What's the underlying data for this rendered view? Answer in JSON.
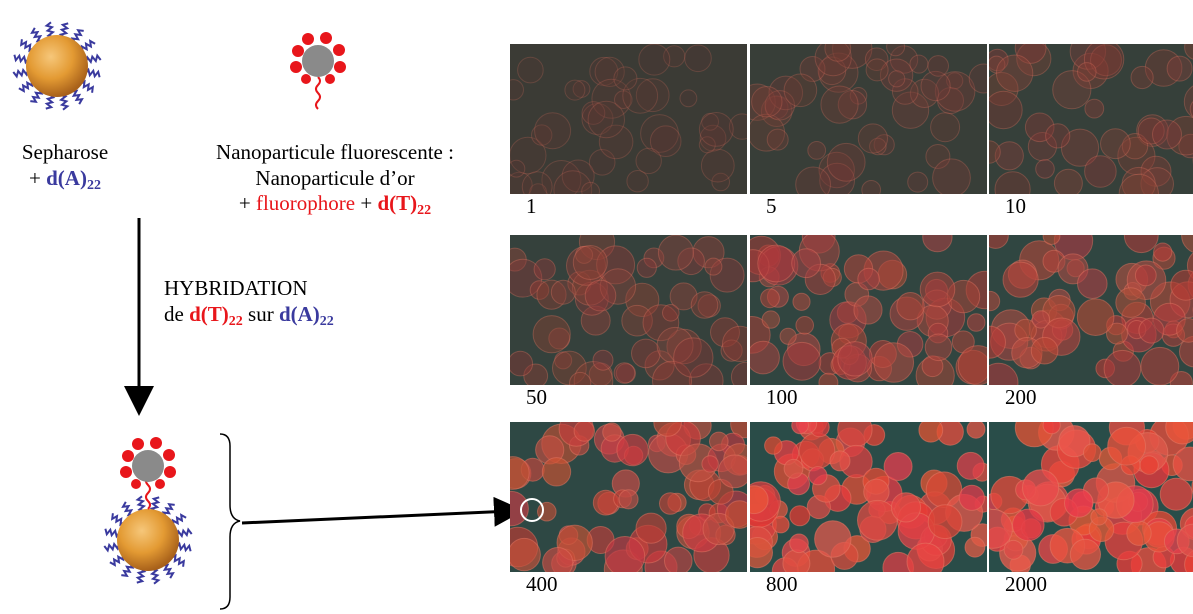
{
  "left": {
    "sepharose_line1": "Sepharose",
    "sepharose_plus": "+ ",
    "sepharose_strand": "d(A)",
    "sepharose_sub": "22",
    "nano_line1": "Nanoparticule fluorescente :",
    "nano_line2": "Nanoparticule d’or",
    "nano_plus1": "+ ",
    "nano_fluoro": "fluorophore",
    "nano_plus2": " + ",
    "nano_strand": "d(T)",
    "nano_sub": "22",
    "hyb_title": "HYBRIDATION",
    "hyb_de": "de ",
    "hyb_strand1": "d(T)",
    "hyb_sub1": "22",
    "hyb_sur": " sur ",
    "hyb_strand2": "d(A)",
    "hyb_sub2": "22"
  },
  "colors": {
    "dna_blue": "#3a3a9e",
    "fluorophore_red": "#e8161b",
    "gold_bead": "#e39a33",
    "nanoparticle_gray": "#8a8a8a"
  },
  "micrographs": [
    {
      "label": "1",
      "intensity": 0.05
    },
    {
      "label": "5",
      "intensity": 0.18
    },
    {
      "label": "10",
      "intensity": 0.28
    },
    {
      "label": "50",
      "intensity": 0.35
    },
    {
      "label": "100",
      "intensity": 0.55
    },
    {
      "label": "200",
      "intensity": 0.6
    },
    {
      "label": "400",
      "intensity": 0.72
    },
    {
      "label": "800",
      "intensity": 0.9
    },
    {
      "label": "2000",
      "intensity": 0.95
    }
  ]
}
